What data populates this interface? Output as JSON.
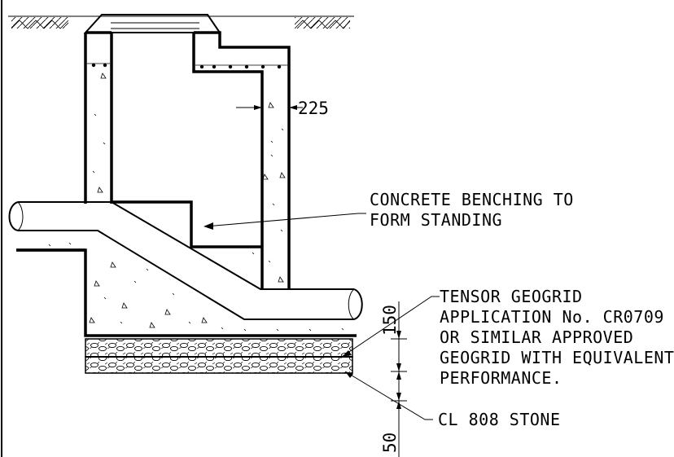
{
  "annotations": {
    "wall_thickness": "225",
    "benching_line1": "CONCRETE BENCHING TO",
    "benching_line2": "FORM STANDING",
    "geogrid_line1": "TENSOR GEOGRID",
    "geogrid_line2": "APPLICATION No. CR0709",
    "geogrid_line3": "OR SIMILAR APPROVED",
    "geogrid_line4": "GEOGRID WITH EQUIVALENT",
    "geogrid_line5": "PERFORMANCE.",
    "stone_label": "CL 808 STONE",
    "dim_top_layer": "150",
    "dim_bottom_layer": "50"
  },
  "colors": {
    "ink": "#000000",
    "paper": "#ffffff"
  }
}
